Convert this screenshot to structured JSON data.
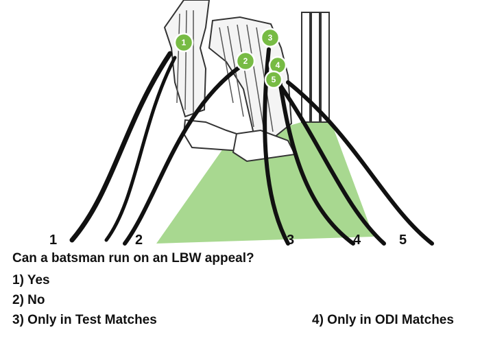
{
  "illustration": {
    "path_labels": [
      "1",
      "2",
      "3",
      "4",
      "5"
    ],
    "marker_labels": [
      "1",
      "2",
      "3",
      "4",
      "5"
    ],
    "colors": {
      "pitch": "#a8d890",
      "marker": "#77bb44",
      "line": "#111111"
    }
  },
  "question": {
    "text": "Can a batsman run on an LBW appeal?",
    "options": [
      "1) Yes",
      "2) No",
      "3) Only in Test Matches",
      "4) Only in ODI Matches"
    ]
  }
}
